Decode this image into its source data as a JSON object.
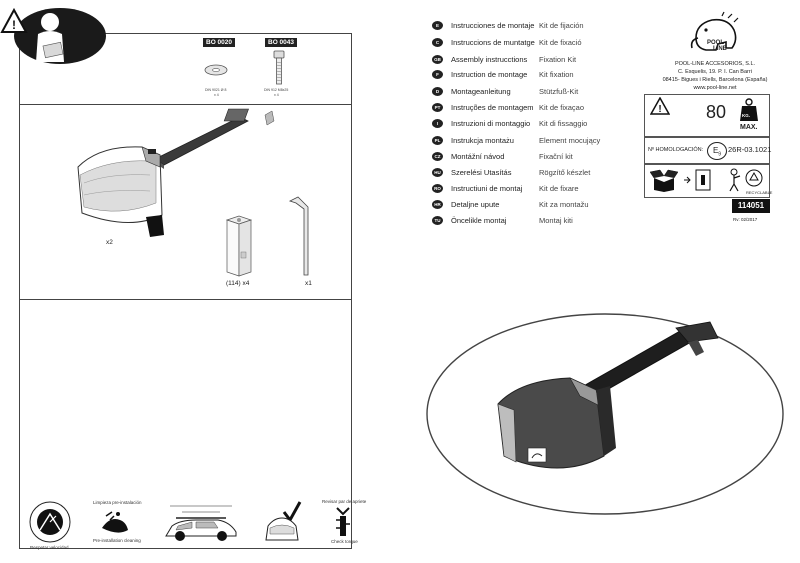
{
  "parts": [
    {
      "code": "BO 0020",
      "spec": "DIN 9021 Ø 8",
      "qty": "x 4"
    },
    {
      "code": "BO 0043",
      "spec": "DIN 912 M8x25",
      "qty": "x 4"
    }
  ],
  "assembly": {
    "bar_qty": "x2",
    "foot_qty": "(114) x4",
    "key_qty": "x1"
  },
  "languages": [
    {
      "code": "E",
      "label": "Instrucciones de montaje",
      "translation": "Kit de fijación"
    },
    {
      "code": "C",
      "label": "Instruccions de muntatge",
      "translation": "Kit de fixació"
    },
    {
      "code": "GB",
      "label": "Assembly instrucctions",
      "translation": "Fixation Kit"
    },
    {
      "code": "F",
      "label": "Instruction de montage",
      "translation": "Kit fixation"
    },
    {
      "code": "D",
      "label": "Montageanleitung",
      "translation": "Stützfuß-Kit"
    },
    {
      "code": "PT",
      "label": "Instruções de montagem",
      "translation": "Kit de fixaçao"
    },
    {
      "code": "I",
      "label": "Instruzioni di montaggio",
      "translation": "Kit di fissaggio"
    },
    {
      "code": "PL",
      "label": "Instrukcja montażu",
      "translation": "Element mocujący"
    },
    {
      "code": "CZ",
      "label": "Montážní návod",
      "translation": "Fixační kit"
    },
    {
      "code": "HU",
      "label": "Szerelési Utasítás",
      "translation": "Rögzítő készlet"
    },
    {
      "code": "RO",
      "label": "Instructiuni de montaj",
      "translation": "Kit de fixare"
    },
    {
      "code": "HR",
      "label": "Detaljne upute",
      "translation": "Kit za montažu"
    },
    {
      "code": "TU",
      "label": "Öncelikle montaj",
      "translation": "Montaj kiti"
    }
  ],
  "company": {
    "logo_text_1": "POOL",
    "logo_text_2": "LINE",
    "name": "POOL-LINE ACCESORIOS, S.L.",
    "address_1": "C. Esquelis, 19. P. I. Can Barri",
    "address_2": "08415- Bigues i Riells, Barcelona (España)",
    "website": "www.pool-line.net"
  },
  "info": {
    "max_load": "80",
    "unit": "KG.",
    "max_label": "MAX.",
    "homologation_label": "Nº HOMOLOGACIÓN:",
    "homologation_mark": "E",
    "homologation_mark_number": "9",
    "homologation_code": "26R-03.1021",
    "recyclable_label": "RECYCLABLE",
    "product_number": "114051",
    "revision": "Rv: 02/2017"
  },
  "bottom_icons": [
    {
      "caption": "Pre-installation cleaning",
      "caption_top": "Limpieza pre-instalación"
    },
    {
      "caption": "",
      "caption_top": ""
    },
    {
      "caption": "",
      "caption_top": ""
    },
    {
      "caption": "Check torque",
      "caption_top": "Revisar par de apriete"
    }
  ],
  "bottom_circle_caption": "Respetar velocidad",
  "warning_icon": "warning-triangle-icon",
  "colors": {
    "accent": "#111111",
    "line": "#444444"
  }
}
